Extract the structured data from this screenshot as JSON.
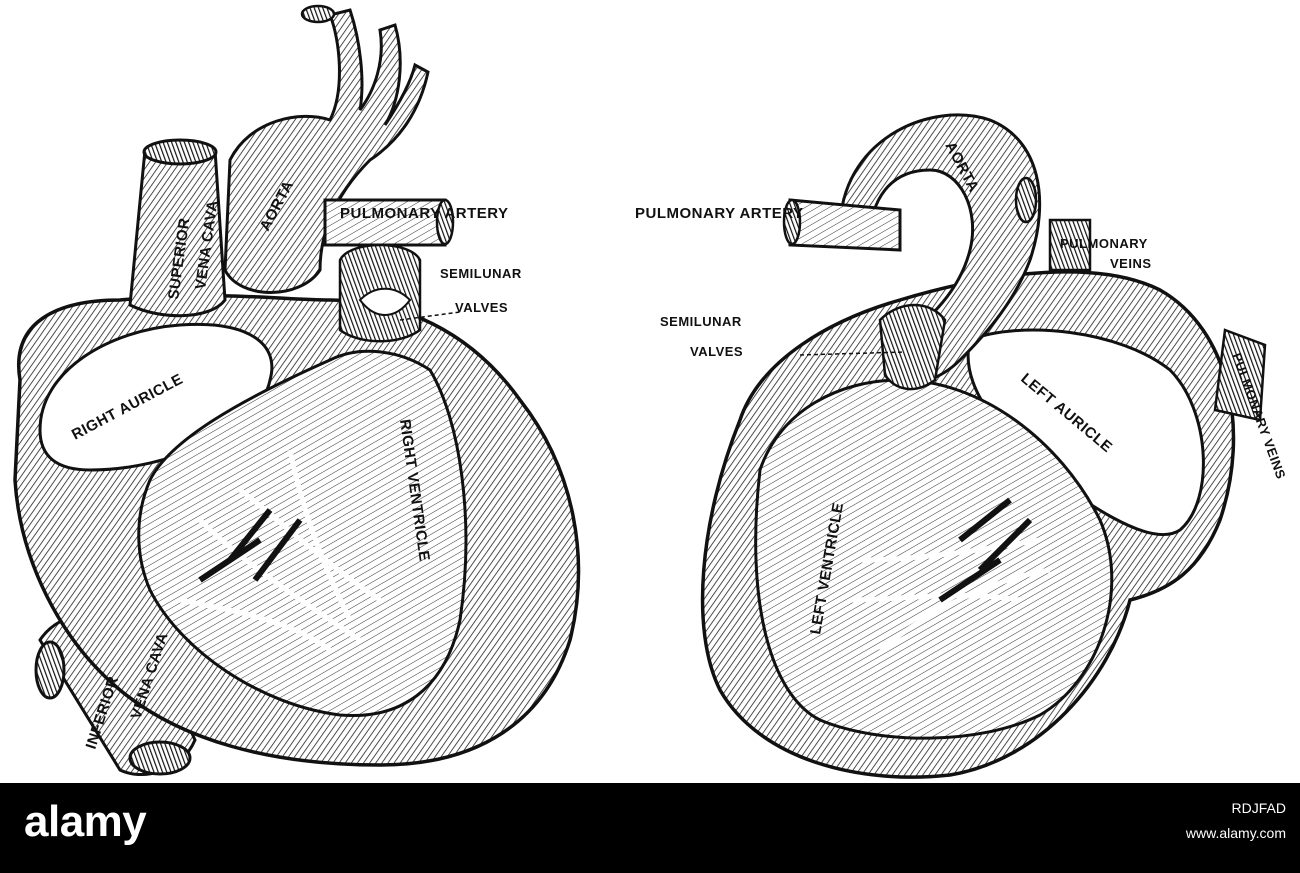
{
  "left_heart": {
    "aorta": "AORTA",
    "pulmonary_artery": "PULMONARY ARTERY",
    "superior_vena_cava_1": "SUPERIOR",
    "superior_vena_cava_2": "VENA CAVA",
    "semilunar_1": "SEMILUNAR",
    "semilunar_2": "VALVES",
    "right_auricle": "RIGHT AURICLE",
    "right_ventricle": "RIGHT VENTRICLE",
    "inferior_vena_cava_1": "INFERIOR",
    "inferior_vena_cava_2": "VENA CAVA"
  },
  "right_heart": {
    "aorta": "AORTA",
    "pulmonary_artery": "PULMONARY ARTERY",
    "pulmonary_veins_1": "PULMONARY",
    "pulmonary_veins_2": "VEINS",
    "semilunar_1": "SEMILUNAR",
    "semilunar_2": "VALVES",
    "left_auricle": "LEFT AURICLE",
    "left_ventricle": "LEFT VENTRICLE",
    "pulmonary_vein_side": "PULMONARY VEINS"
  },
  "footer": {
    "logo": "alamy",
    "image_code": "RDJFAD",
    "site": "www.alamy.com"
  },
  "colors": {
    "ink": "#111111",
    "paper": "#ffffff",
    "footer_bg": "#000000"
  }
}
